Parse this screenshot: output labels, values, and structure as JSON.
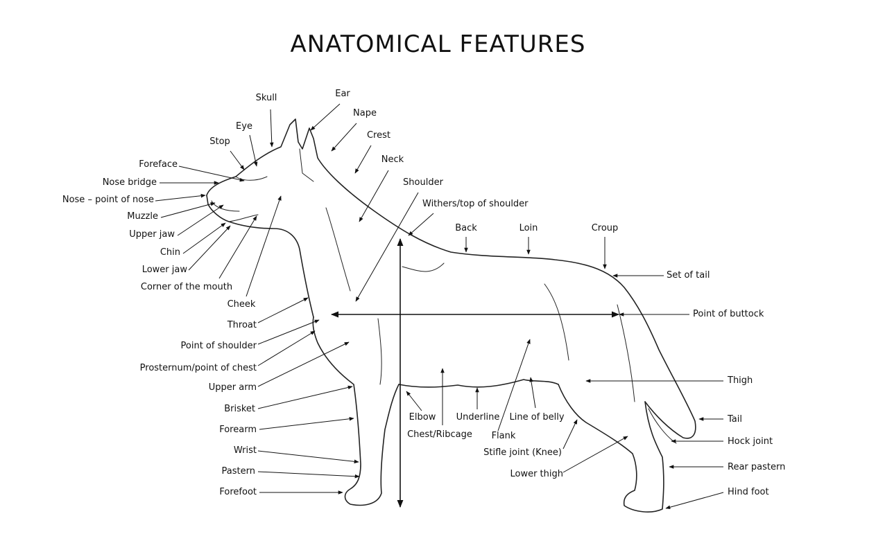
{
  "title": "ANATOMICAL FEATURES",
  "labels": {
    "skull": "Skull",
    "ear": "Ear",
    "eye": "Eye",
    "nape": "Nape",
    "stop": "Stop",
    "crest": "Crest",
    "foreface": "Foreface",
    "neck": "Neck",
    "nose_bridge": "Nose bridge",
    "shoulder": "Shoulder",
    "nose_point": "Nose – point of nose",
    "withers": "Withers/top of shoulder",
    "muzzle": "Muzzle",
    "back": "Back",
    "loin": "Loin",
    "croup": "Croup",
    "upper_jaw": "Upper jaw",
    "chin": "Chin",
    "lower_jaw": "Lower jaw",
    "set_of_tail": "Set of tail",
    "corner_of_mouth": "Corner of the mouth",
    "cheek": "Cheek",
    "point_of_buttock": "Point of buttock",
    "throat": "Throat",
    "point_of_shoulder": "Point of shoulder",
    "prosternum": "Prosternum/point of chest",
    "thigh": "Thigh",
    "upper_arm": "Upper arm",
    "brisket": "Brisket",
    "tail": "Tail",
    "elbow": "Elbow",
    "underline": "Underline",
    "line_of_belly": "Line of belly",
    "forearm": "Forearm",
    "chest_ribcage": "Chest/Ribcage",
    "flank": "Flank",
    "hock_joint": "Hock joint",
    "wrist": "Wrist",
    "stifle_joint": "Stifle joint (Knee)",
    "rear_pastern": "Rear pastern",
    "pastern": "Pastern",
    "lower_thigh": "Lower thigh",
    "forefoot": "Forefoot",
    "hind_foot": "Hind foot"
  }
}
